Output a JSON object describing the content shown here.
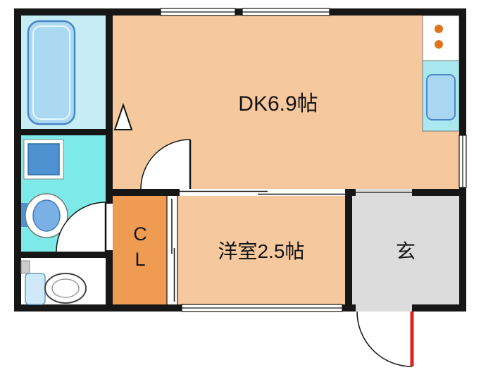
{
  "labels": {
    "dk": "DK6.9帖",
    "western_room": "洋室2.5帖",
    "closet_top": "C",
    "closet_bottom": "L",
    "entrance": "玄"
  },
  "colors": {
    "wall": "#161616",
    "room_peach": "#f6c89e",
    "closet_orange": "#ef9b52",
    "entrance_gray": "#dcdcdc",
    "washroom_cyan": "#7de9e9",
    "bathroom_blue": "#c6edf5",
    "counter_cyan": "#a8e8ee",
    "tub_blue": "#abd9f2",
    "fixture_blue": "#4f92d2",
    "sink_blue": "#a9d7f2",
    "basin_blue": "#7ab0e4",
    "tank_blue": "#cfe9f8",
    "burner_orange": "#e0731c",
    "door_red": "#dd2222"
  }
}
